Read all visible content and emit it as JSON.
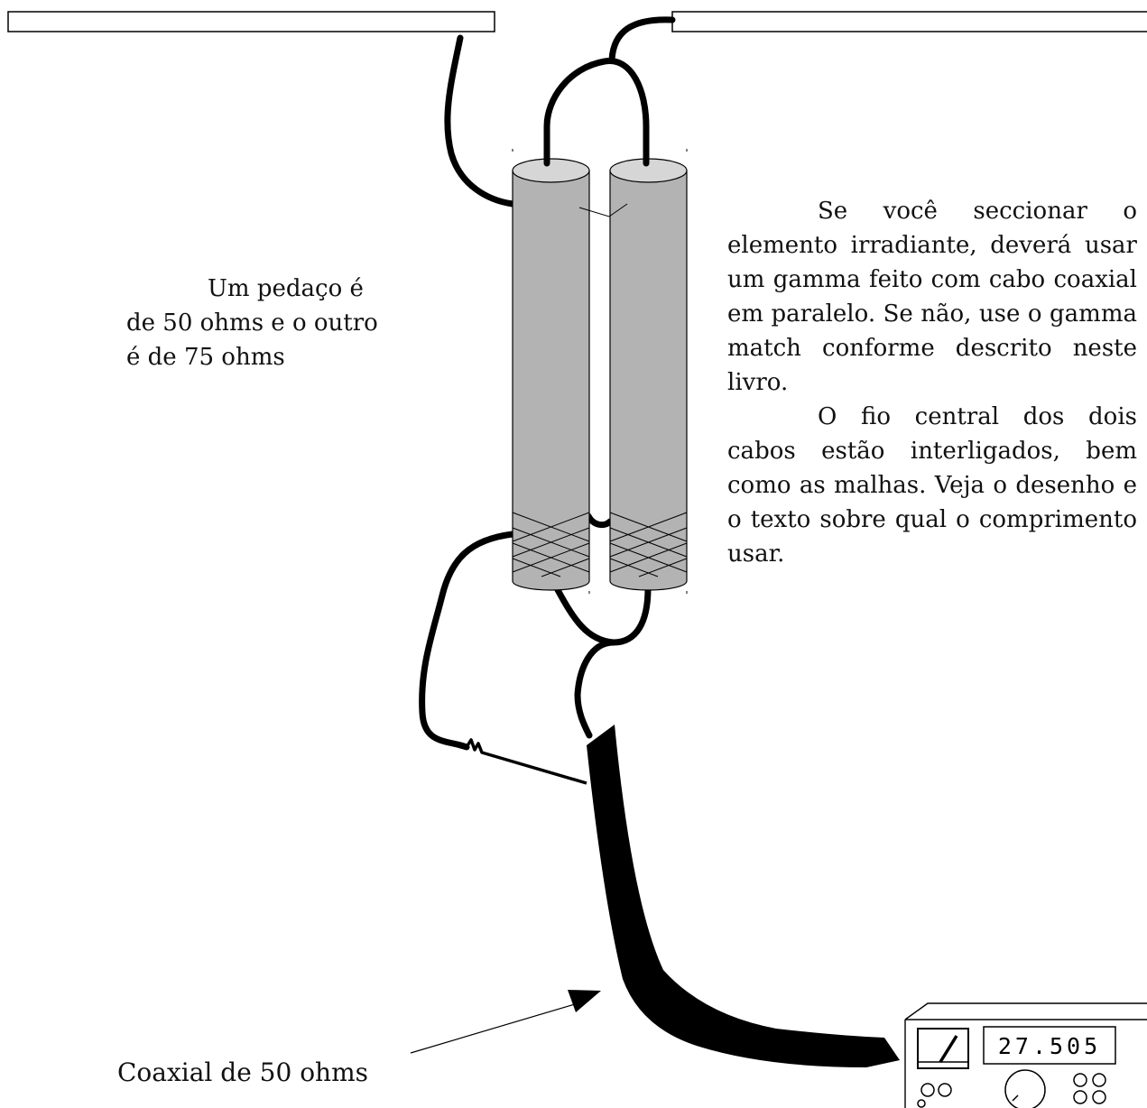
{
  "diagram": {
    "left_label": {
      "line1": "Um pedaço é",
      "line2": "de 50 ohms e o outro",
      "line3": "é de 75 ohms"
    },
    "right_text": {
      "p1": "Se você seccionar o elemento irradiante, deverá usar um gamma feito com cabo coaxial em paralelo. Se não, use o gamma match conforme descrito neste livro.",
      "p2": "O fio central dos dois cabos estão interligados, bem como as malhas. Veja o desenho e o texto sobre qual o comprimento usar."
    },
    "coax_label": "Coaxial de 50 ohms",
    "radio_display": "27.505",
    "colors": {
      "cable_gray": "#b3b3b3",
      "cable_top": "#d6d6d6",
      "wire": "#000000"
    }
  }
}
